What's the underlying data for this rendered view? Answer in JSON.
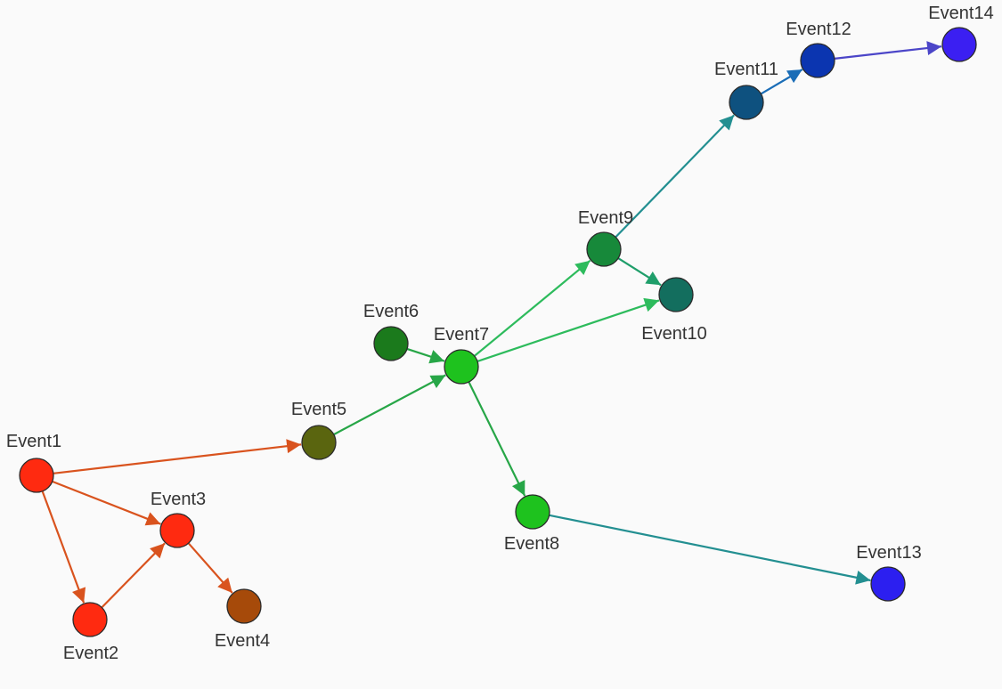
{
  "diagram": {
    "nodes": [
      {
        "id": "e1",
        "label": "Event1",
        "color": "#ff2a10"
      },
      {
        "id": "e2",
        "label": "Event2",
        "color": "#ff2a10"
      },
      {
        "id": "e3",
        "label": "Event3",
        "color": "#ff2a10"
      },
      {
        "id": "e4",
        "label": "Event4",
        "color": "#a64a0a"
      },
      {
        "id": "e5",
        "label": "Event5",
        "color": "#5a650f"
      },
      {
        "id": "e6",
        "label": "Event6",
        "color": "#1b7a1c"
      },
      {
        "id": "e7",
        "label": "Event7",
        "color": "#1ec21e"
      },
      {
        "id": "e8",
        "label": "Event8",
        "color": "#1ec21e"
      },
      {
        "id": "e9",
        "label": "Event9",
        "color": "#17893a"
      },
      {
        "id": "e10",
        "label": "Event10",
        "color": "#136e5e"
      },
      {
        "id": "e11",
        "label": "Event11",
        "color": "#0e517f"
      },
      {
        "id": "e12",
        "label": "Event12",
        "color": "#0b35b0"
      },
      {
        "id": "e13",
        "label": "Event13",
        "color": "#2c1ff0"
      },
      {
        "id": "e14",
        "label": "Event14",
        "color": "#3b1ff2"
      }
    ],
    "edges": [
      {
        "from": "e1",
        "to": "e2",
        "color": "#d9531e"
      },
      {
        "from": "e1",
        "to": "e3",
        "color": "#d9531e"
      },
      {
        "from": "e2",
        "to": "e3",
        "color": "#d9531e"
      },
      {
        "from": "e3",
        "to": "e4",
        "color": "#d9531e"
      },
      {
        "from": "e1",
        "to": "e5",
        "color": "#d9531e"
      },
      {
        "from": "e5",
        "to": "e7",
        "color": "#27a647"
      },
      {
        "from": "e6",
        "to": "e7",
        "color": "#27a647"
      },
      {
        "from": "e7",
        "to": "e9",
        "color": "#2dbb5c"
      },
      {
        "from": "e7",
        "to": "e10",
        "color": "#2dbb5c"
      },
      {
        "from": "e7",
        "to": "e8",
        "color": "#27a647"
      },
      {
        "from": "e9",
        "to": "e10",
        "color": "#1f9e6a"
      },
      {
        "from": "e9",
        "to": "e11",
        "color": "#238f91"
      },
      {
        "from": "e11",
        "to": "e12",
        "color": "#1a6db7"
      },
      {
        "from": "e12",
        "to": "e14",
        "color": "#4b45c8"
      },
      {
        "from": "e8",
        "to": "e13",
        "color": "#238f91"
      }
    ]
  }
}
